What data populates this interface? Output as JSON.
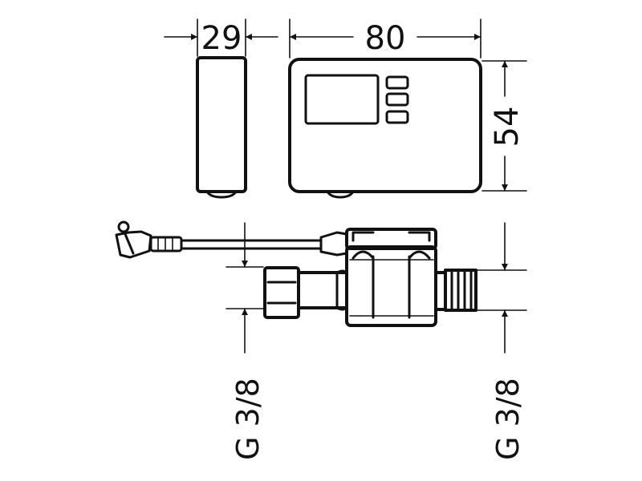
{
  "dimensions": {
    "module_depth": "29",
    "module_width": "80",
    "module_height": "54"
  },
  "connections": {
    "inlet_thread": "G 3/8",
    "outlet_thread": "G 3/8"
  },
  "colors": {
    "line": "#111111",
    "background": "#ffffff"
  }
}
